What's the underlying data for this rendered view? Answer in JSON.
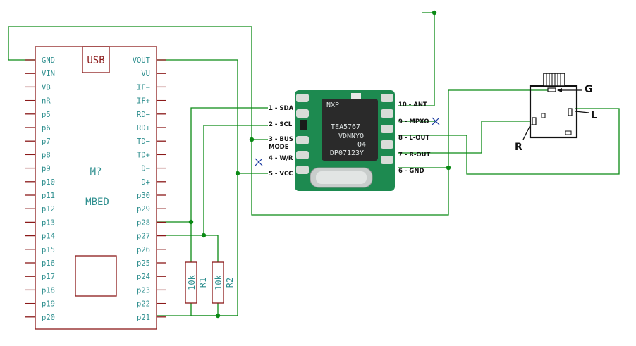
{
  "mbed": {
    "usb_label": "USB",
    "title": "M?",
    "name": "MBED",
    "left_pins": [
      "GND",
      "VIN",
      "VB",
      "nR",
      "p5",
      "p6",
      "p7",
      "p8",
      "p9",
      "p10",
      "p11",
      "p12",
      "p13",
      "p14",
      "p15",
      "p16",
      "p17",
      "p18",
      "p19",
      "p20"
    ],
    "right_pins": [
      "VOUT",
      "VU",
      "IF−",
      "IF+",
      "RD−",
      "RD+",
      "TD−",
      "TD+",
      "D−",
      "D+",
      "p30",
      "p29",
      "p28",
      "p27",
      "p26",
      "p25",
      "p24",
      "p23",
      "p22",
      "p21"
    ]
  },
  "resistors": [
    {
      "name": "R1",
      "value": "10k"
    },
    {
      "name": "R2",
      "value": "10k"
    }
  ],
  "module": {
    "chip_line1": "TEA5767",
    "chip_line2": "VDNNYO",
    "chip_line3": "04",
    "chip_line4": "DP07123Y",
    "chip_brand": "NXP",
    "left_pins": [
      {
        "label": "1 - SDA"
      },
      {
        "label": "2 - SCL"
      },
      {
        "label": "3 - BUS",
        "label2": "MODE"
      },
      {
        "label": "4 - W/R"
      },
      {
        "label": "5 - VCC"
      }
    ],
    "right_pins": [
      {
        "label": "10 - ANT"
      },
      {
        "label": "9 - MPXO"
      },
      {
        "label": "8 - L-OUT"
      },
      {
        "label": "7 - R-OUT"
      },
      {
        "label": "6 - GND"
      }
    ]
  },
  "jack": {
    "g": "G",
    "l": "L",
    "r": "R"
  },
  "colors": {
    "wire": "#0a8a14",
    "part": "#8b1a1a",
    "pin_text": "#2f8f8f",
    "no_connect": "#1a3aa0",
    "pcb": "#1d8a50"
  }
}
